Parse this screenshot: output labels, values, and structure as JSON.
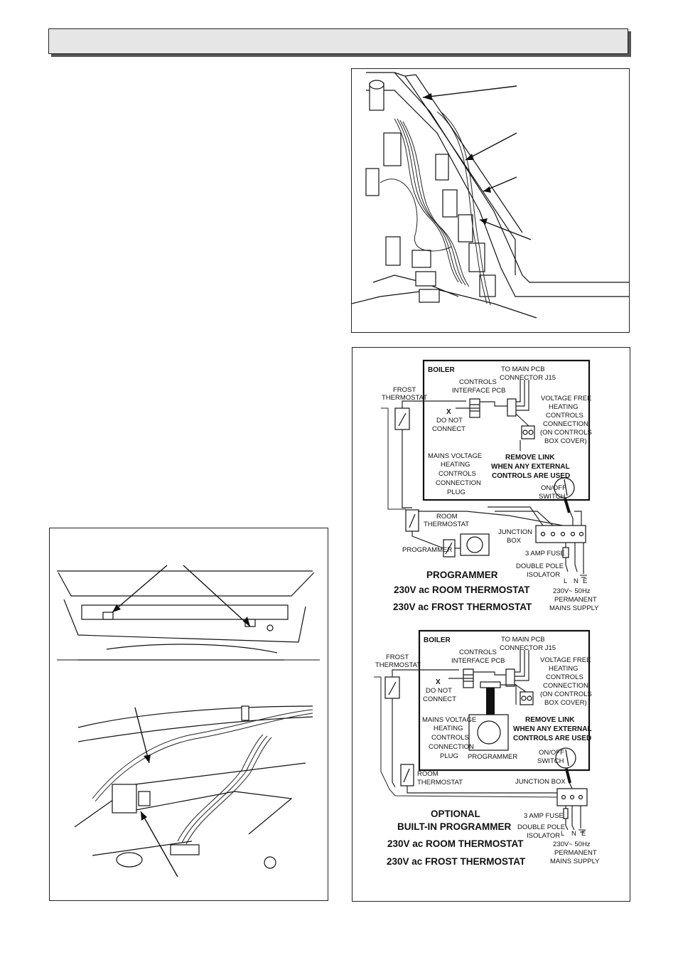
{
  "page": {
    "header_title": ""
  },
  "diagram_top": {
    "boiler": "BOILER",
    "to_main_pcb_1": "TO MAIN PCB",
    "to_main_pcb_2": "CONNECTOR J15",
    "controls_1": "CONTROLS",
    "controls_2": "INTERFACE PCB",
    "frost_1": "FROST",
    "frost_2": "THERMOSTAT",
    "x_mark": "X",
    "do_not_1": "DO NOT",
    "do_not_2": "CONNECT",
    "vf_1": "VOLTAGE FREE",
    "vf_2": "HEATING",
    "vf_3": "CONTROLS",
    "vf_4": "CONNECTION",
    "vf_5": "(ON CONTROLS",
    "vf_6": "BOX COVER)",
    "mains_1": "MAINS VOLTAGE",
    "mains_2": "HEATING",
    "mains_3": "CONTROLS",
    "mains_4": "CONNECTION",
    "mains_5": "PLUG",
    "remove_1": "REMOVE LINK",
    "remove_2": "WHEN ANY EXTERNAL",
    "remove_3": "CONTROLS ARE USED",
    "onoff_1": "ON/OFF",
    "onoff_2": "SWITCH",
    "room_1": "ROOM",
    "room_2": "THERMOSTAT",
    "junction_1": "JUNCTION",
    "junction_2": "BOX",
    "programmer": "PROGRAMMER",
    "fuse": "3 AMP FUSE",
    "dp_1": "DOUBLE POLE",
    "dp_2": "ISOLATOR",
    "L": "L",
    "N": "N",
    "E": "E",
    "supply_1": "230V~ 50Hz",
    "supply_2": "PERMANENT",
    "supply_3": "MAINS SUPPLY",
    "title_1": "PROGRAMMER",
    "title_2": "230V ac ROOM THERMOSTAT",
    "title_3": "230V ac FROST THERMOSTAT"
  },
  "diagram_bottom": {
    "boiler": "BOILER",
    "to_main_pcb_1": "TO MAIN PCB",
    "to_main_pcb_2": "CONNECTOR J15",
    "controls_1": "CONTROLS",
    "controls_2": "INTERFACE PCB",
    "frost_1": "FROST",
    "frost_2": "THERMOSTAT",
    "x_mark": "X",
    "do_not_1": "DO NOT",
    "do_not_2": "CONNECT",
    "vf_1": "VOLTAGE FREE",
    "vf_2": "HEATING",
    "vf_3": "CONTROLS",
    "vf_4": "CONNECTION",
    "vf_5": "(ON CONTROLS",
    "vf_6": "BOX COVER)",
    "mains_1": "MAINS VOLTAGE",
    "mains_2": "HEATING",
    "mains_3": "CONTROLS",
    "mains_4": "CONNECTION",
    "mains_5": "PLUG",
    "remove_1": "REMOVE LINK",
    "remove_2": "WHEN ANY EXTERNAL",
    "remove_3": "CONTROLS ARE USED",
    "onoff_1": "ON/OFF",
    "onoff_2": "SWITCH",
    "programmer": "PROGRAMMER",
    "room_1": "ROOM",
    "room_2": "THERMOSTAT",
    "junction": "JUNCTION BOX",
    "fuse": "3 AMP FUSE",
    "dp_1": "DOUBLE POLE",
    "dp_2": "ISOLATOR",
    "L": "L",
    "N": "N",
    "E": "E",
    "supply_1": "230V~ 50Hz",
    "supply_2": "PERMANENT",
    "supply_3": "MAINS SUPPLY",
    "title_1": "OPTIONAL",
    "title_2": "BUILT-IN PROGRAMMER",
    "title_3": "230V ac ROOM THERMOSTAT",
    "title_4": "230V ac FROST THERMOSTAT"
  }
}
